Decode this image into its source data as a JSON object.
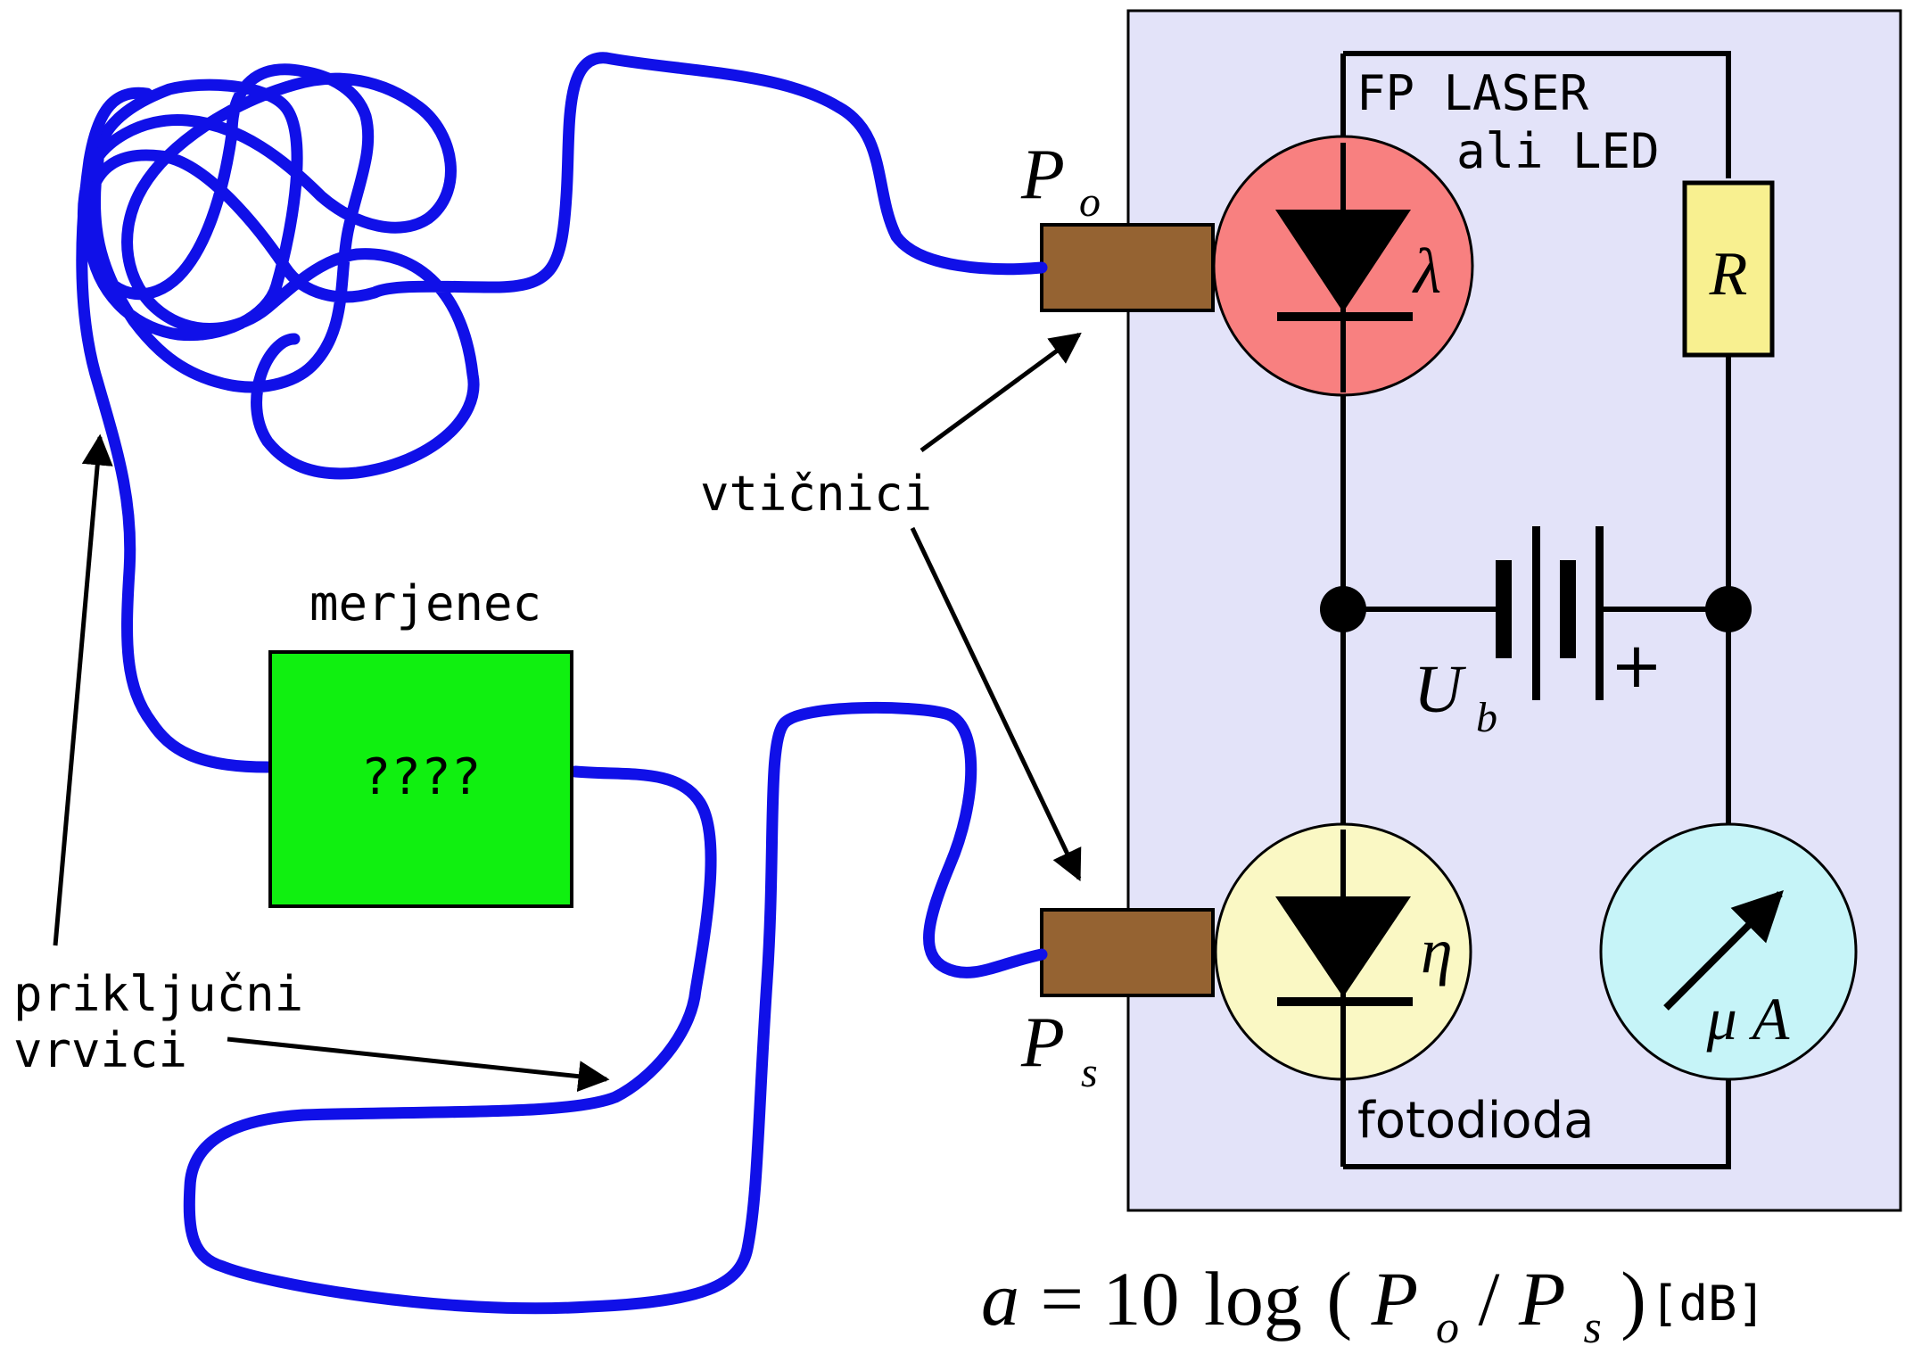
{
  "labels": {
    "laser_line1": "FP LASER",
    "laser_line2": "ali LED",
    "lambda": "λ",
    "resistor": "R",
    "voltage_main": "U",
    "voltage_sub": "b",
    "plus": "+",
    "eta": "η",
    "ammeter": "μ A",
    "photodiode": "fotodioda",
    "po_main": "P",
    "po_sub": "o",
    "ps_main": "P",
    "ps_sub": "s",
    "connectors": "vtičnici",
    "dut_title": "merjenec",
    "dut_body": "????",
    "cords_line1": "priključni",
    "cords_line2": "vrvici"
  },
  "formula": {
    "a": "a",
    "eq": "=",
    "ten": "10",
    "log": "log",
    "lparen": "(",
    "p1": "P",
    "p1_sub": "o",
    "slash": "/",
    "p2": "P",
    "p2_sub": "s",
    "rparen": ")",
    "unit": "[dB]"
  },
  "colors": {
    "panel_fill": "#e3e3f9",
    "fiber": "#1010e8",
    "connector": "#956332",
    "laser_circle": "#f88080",
    "photodiode_circle": "#faf8c4",
    "ammeter_circle": "#c6f4f8",
    "resistor_fill": "#f8f090",
    "dut_fill": "#10f010"
  }
}
